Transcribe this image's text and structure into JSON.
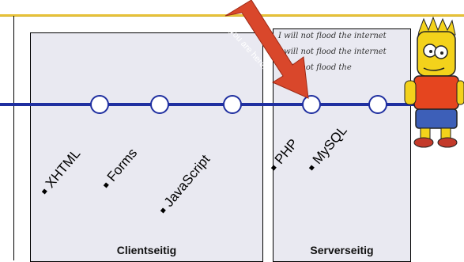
{
  "arrow": {
    "label": "you are here!"
  },
  "chalkboard": {
    "lines": [
      "I will not flood the internet",
      "I will not flood the internet",
      "I will not flood the"
    ]
  },
  "topics": {
    "xhtml": "XHTML",
    "forms": "Forms",
    "javascript": "JavaScript",
    "php": "PHP",
    "mysql": "MySQL"
  },
  "sections": {
    "client": "Clientseitig",
    "server": "Serverseitig"
  },
  "colors": {
    "timeline": "#1f2fa0",
    "arrow": "#d9472b",
    "panel": "#e9e9f1",
    "accent": "#e8c23a"
  }
}
